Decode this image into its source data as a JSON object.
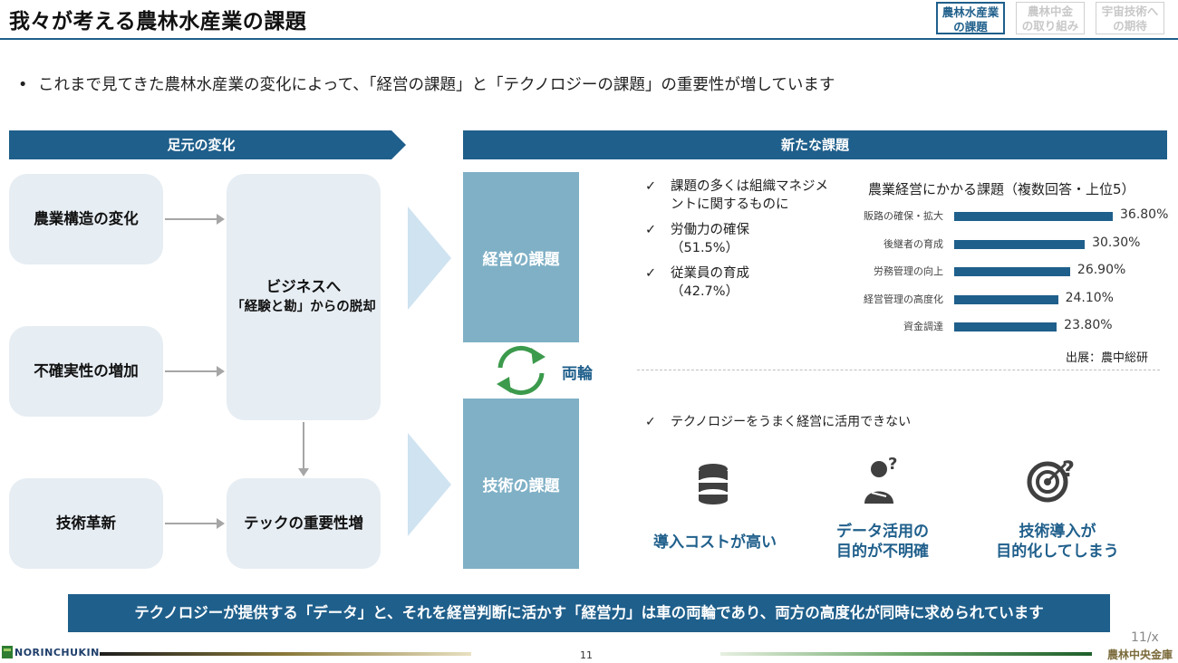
{
  "header": {
    "title": "我々が考える農林水産業の課題",
    "tabs": [
      {
        "line1": "農林水産業",
        "line2": "の課題",
        "active": true
      },
      {
        "line1": "農林中金",
        "line2": "の取り組み",
        "active": false
      },
      {
        "line1": "宇宙技術へ",
        "line2": "の期待",
        "active": false
      }
    ]
  },
  "intro": {
    "bullet": "•",
    "text": "これまで見てきた農林水産業の変化によって、「経営の課題」と「テクノロジーの課題」の重要性が増しています"
  },
  "left_section": {
    "heading": "足元の変化",
    "boxes": {
      "structure": "農業構造の変化",
      "uncertainty": "不確実性の増加",
      "innovation": "技術革新",
      "business_line1": "ビジネスへ",
      "business_line2": "「経験と勘」からの脱却",
      "tech": "テックの重要性増"
    }
  },
  "right_section": {
    "heading": "新たな課題",
    "management": "経営の課題",
    "technology": "技術の課題",
    "both_wheels": "両輪",
    "checks": [
      {
        "mark": "✓",
        "line1": "課題の多くは組織マネジメ",
        "line2": "ントに関するものに"
      },
      {
        "mark": "✓",
        "line1": "労働力の確保",
        "line2": "（51.5%）"
      },
      {
        "mark": "✓",
        "line1": "従業員の育成",
        "line2": "（42.7%）"
      }
    ],
    "tech_check": {
      "mark": "✓",
      "text": "テクノロジーをうまく経営に活用できない"
    },
    "issues": [
      {
        "icon": "database-icon",
        "line1": "導入コストが高い",
        "line2": ""
      },
      {
        "icon": "person-question-icon",
        "line1": "データ活用の",
        "line2": "目的が不明確"
      },
      {
        "icon": "target-question-icon",
        "line1": "技術導入が",
        "line2": "目的化してしまう"
      }
    ]
  },
  "chart_data": {
    "type": "bar",
    "orientation": "horizontal",
    "title": "農業経営にかかる課題（複数回答・上位5）",
    "categories": [
      "販路の確保・拡大",
      "後継者の育成",
      "労務管理の向上",
      "経営管理の高度化",
      "資金調達"
    ],
    "values": [
      36.8,
      30.3,
      26.9,
      24.1,
      23.8
    ],
    "value_labels": [
      "36.80%",
      "30.30%",
      "26.90%",
      "24.10%",
      "23.80%"
    ],
    "xlim": [
      0,
      36.8
    ],
    "source": "出展：農中総研",
    "color": "#1f5f8b"
  },
  "bottom_banner": "テクノロジーが提供する「データ」と、それを経営判断に活かす「経営力」は車の両輪であり、両方の高度化が同時に求められています",
  "footer": {
    "page": "11",
    "page_of": "11/x",
    "logo": "NORINCHUKIN",
    "logo_jp": "農林中央金庫"
  },
  "colors": {
    "primary": "#1f5f8b",
    "teal": "#7fb0c6",
    "light_box": "#e6edf3",
    "chevron": "#cfe3f1"
  }
}
